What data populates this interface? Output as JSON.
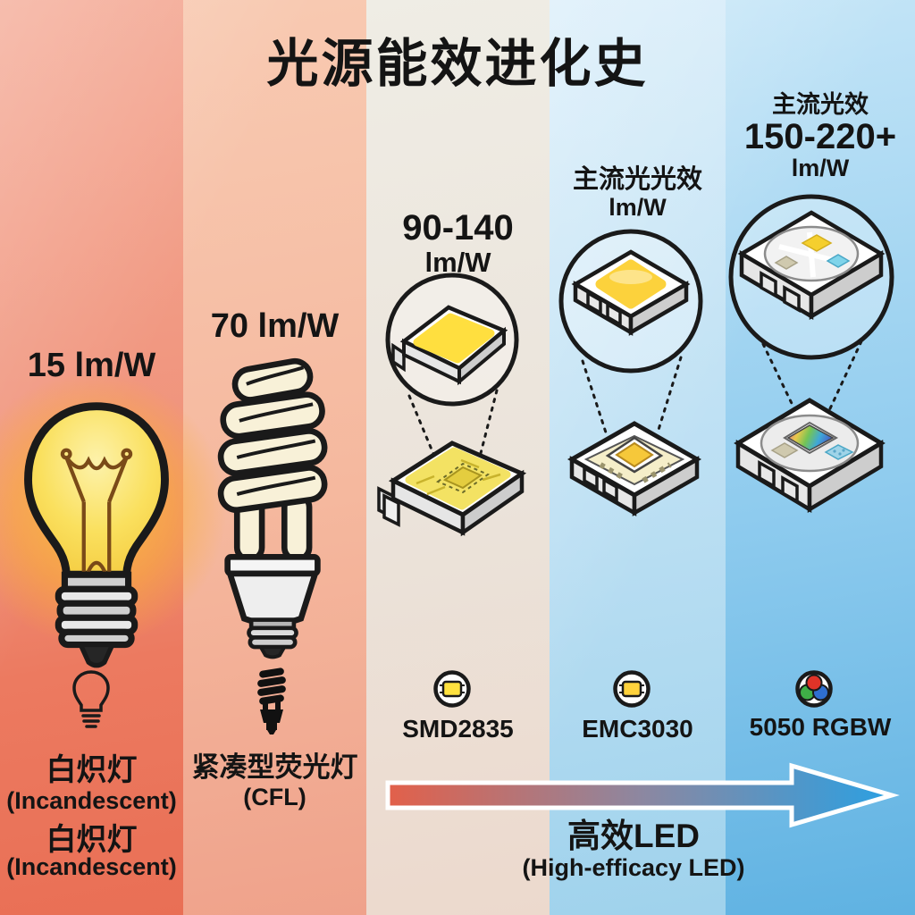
{
  "title": "光源能效进化史",
  "cols": {
    "c1": {
      "efficacy": "15 lm/W",
      "name_cn": "白炽灯",
      "name_en": "(Incandescent)",
      "name_cn_dup": "白炽灯",
      "name_en_dup": "(Incandescent)"
    },
    "c2": {
      "efficacy": "70 lm/W",
      "name_cn": "紧凑型荧光灯",
      "name_en": "(CFL)"
    },
    "c3": {
      "range": "90-140",
      "unit": "lm/W",
      "chip": "SMD2835"
    },
    "c4": {
      "heading": "主流光光效",
      "unit": "lm/W",
      "chip": "EMC3030"
    },
    "c5": {
      "heading": "主流光效",
      "range": "150-220+",
      "unit": "lm/W",
      "chip": "5050 RGBW"
    }
  },
  "footer": {
    "led_cn": "高效LED",
    "led_en": "(High-efficacy LED)"
  },
  "colors": {
    "band_incandescent": "#ef8a70",
    "band_cfl": "#f5b89e",
    "band_smd": "#ebe3da",
    "band_emc": "#bbdff3",
    "band_rgbw": "#8ecbee",
    "arrow_start": "#e2604a",
    "arrow_end": "#2ba0e2",
    "led_phosphor_yellow": "#ffdf3f",
    "bulb_glass_yellow": "#f8d44e",
    "rgb_red": "#e03328",
    "rgb_green": "#3fae47",
    "rgb_blue": "#2f6fd0"
  }
}
